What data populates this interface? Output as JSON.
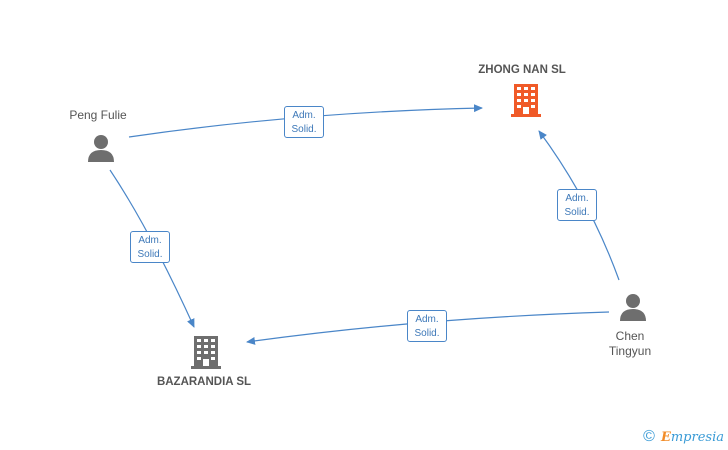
{
  "nodes": {
    "zhong_nan": {
      "name": "ZHONG NAN SL",
      "type": "company",
      "color": "#f05a28"
    },
    "bazarandia": {
      "name": "BAZARANDIA SL",
      "type": "company",
      "color": "#6e6e6e"
    },
    "peng_fulie": {
      "name": "Peng Fulie",
      "type": "person",
      "color": "#6e6e6e"
    },
    "chen_tingyun": {
      "name_line1": "Chen",
      "name_line2": "Tingyun",
      "type": "person",
      "color": "#6e6e6e"
    }
  },
  "edges": [
    {
      "from": "peng_fulie",
      "to": "zhong_nan",
      "line1": "Adm.",
      "line2": "Solid."
    },
    {
      "from": "peng_fulie",
      "to": "bazarandia",
      "line1": "Adm.",
      "line2": "Solid."
    },
    {
      "from": "chen_tingyun",
      "to": "zhong_nan",
      "line1": "Adm.",
      "line2": "Solid."
    },
    {
      "from": "chen_tingyun",
      "to": "bazarandia",
      "line1": "Adm.",
      "line2": "Solid."
    }
  ],
  "edge_color": "#4a86c8",
  "footer": {
    "copyright": "©",
    "brand_initial": "E",
    "brand_rest": "mpresia"
  }
}
